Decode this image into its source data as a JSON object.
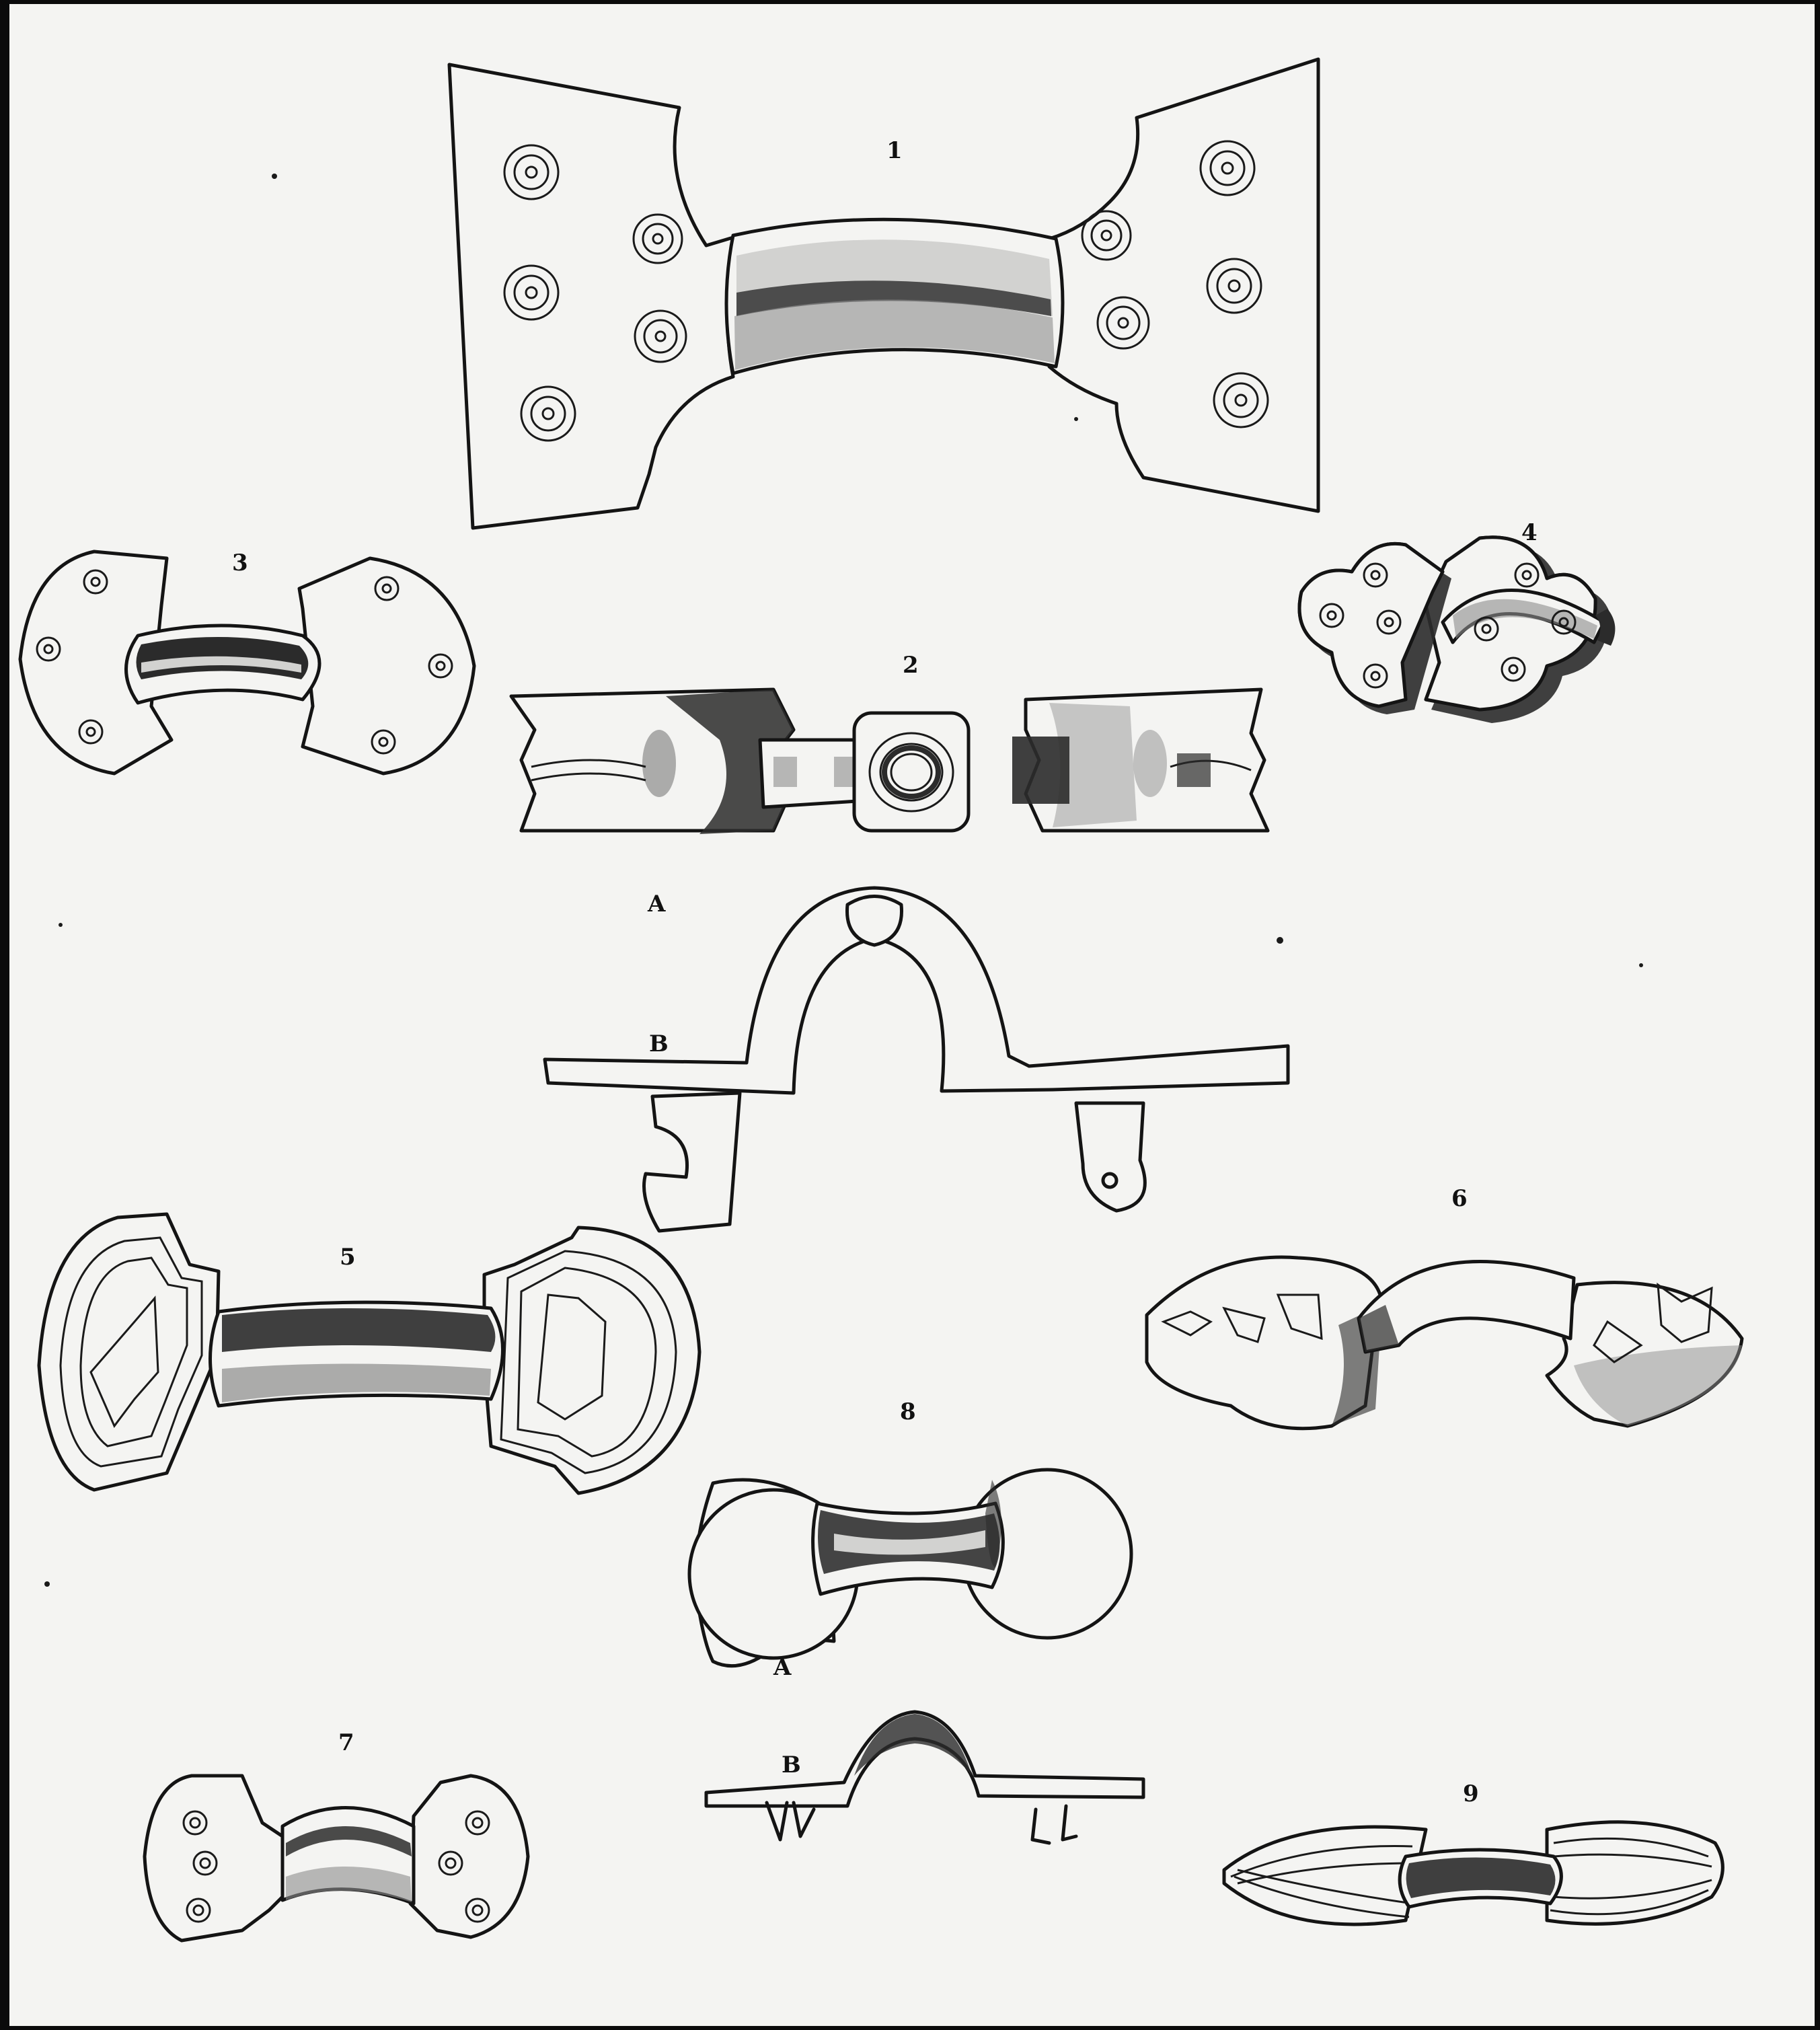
{
  "plate": {
    "background": "#f4f4f2",
    "ink": "#141414",
    "frame": "#0b0b0b"
  },
  "labels": {
    "fig1": "1",
    "fig2": "2",
    "fig2a": "A",
    "fig2b": "B",
    "fig3": "3",
    "fig4": "4",
    "fig5": "5",
    "fig6": "6",
    "fig7": "7",
    "fig8": "8",
    "fig8a": "A",
    "fig8b": "B",
    "fig9": "9"
  }
}
